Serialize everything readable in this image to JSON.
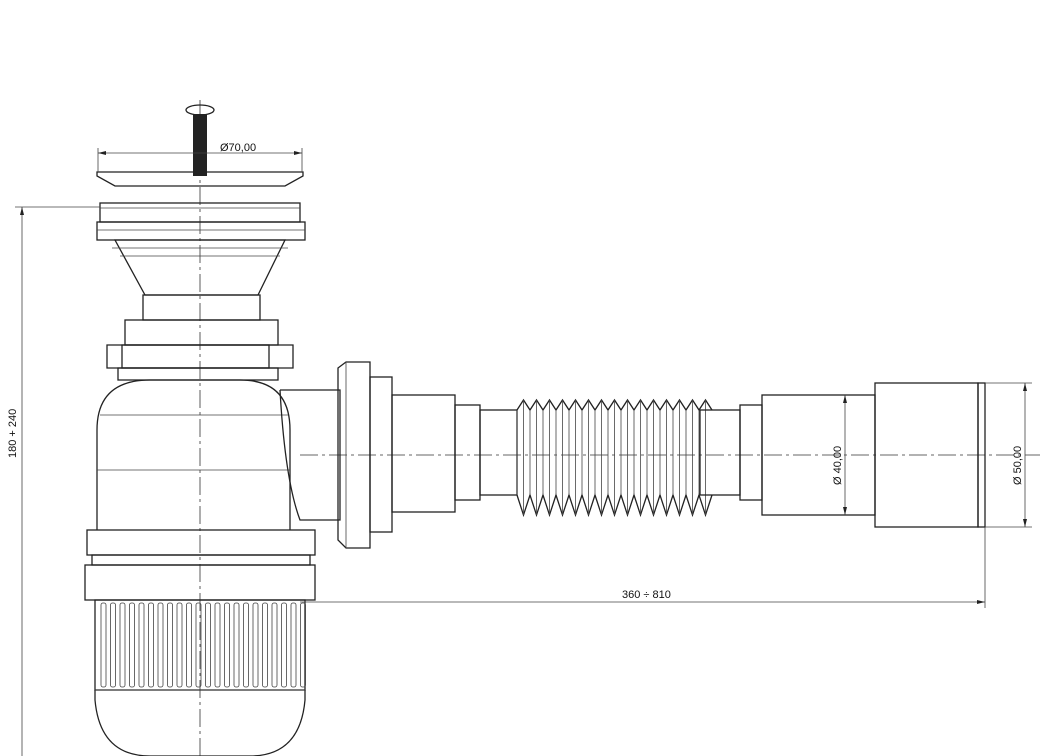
{
  "drawing": {
    "title": "Bottle trap with flexible corrugated outlet",
    "dimensions": {
      "strainer_diameter": "Ø70,00",
      "height_range": "180 + 240",
      "length_range": "360 ÷ 810",
      "pipe_diameter_small": "Ø 40,00",
      "pipe_diameter_large": "Ø 50,00"
    }
  }
}
